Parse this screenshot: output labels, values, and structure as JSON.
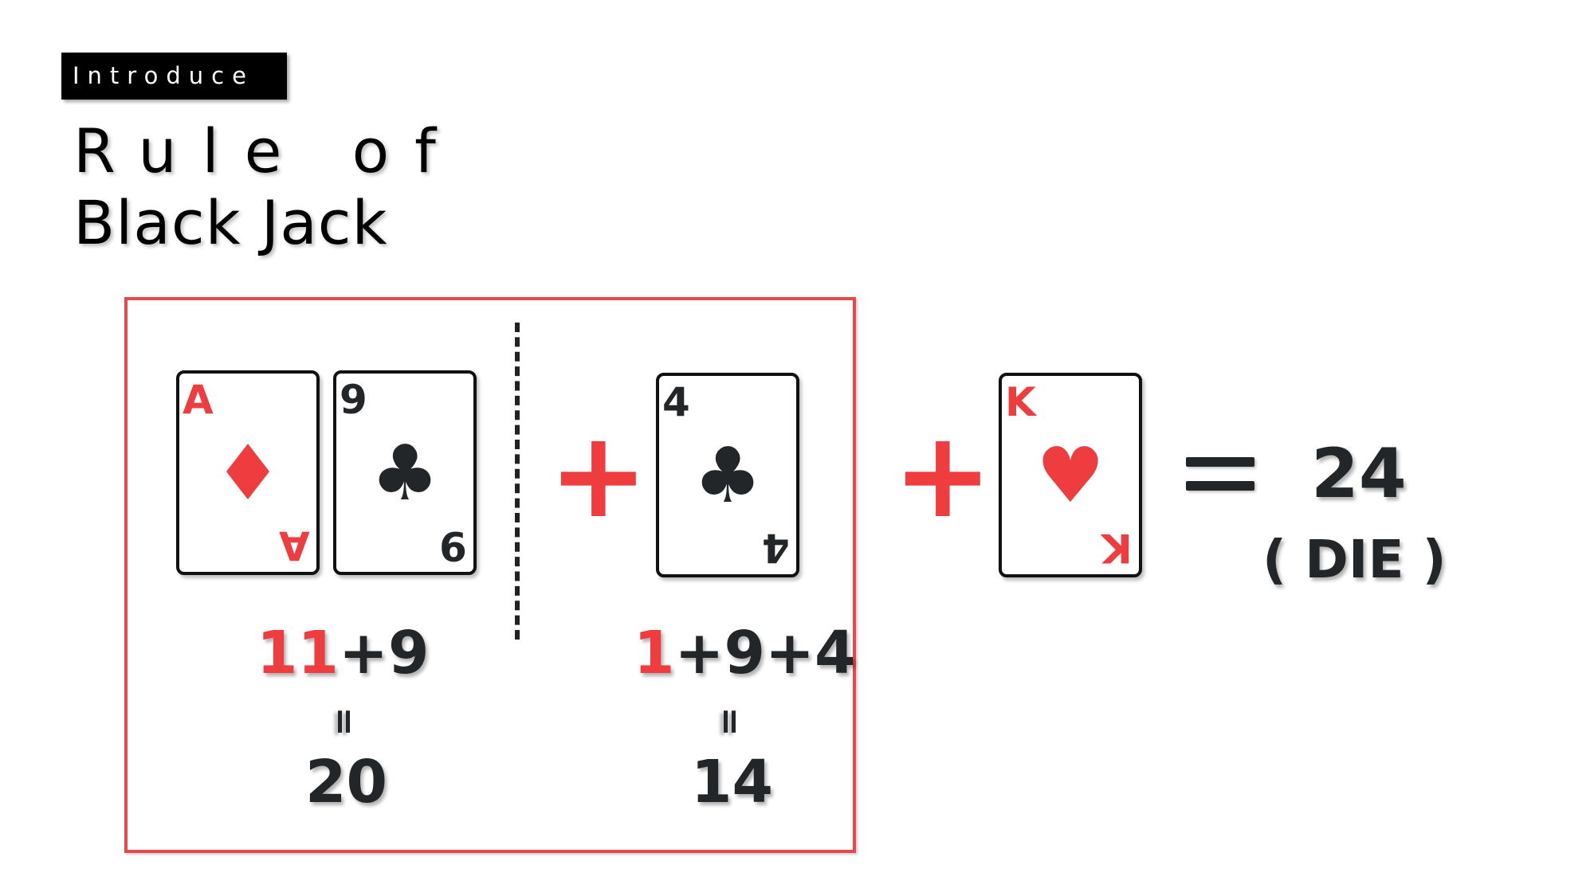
{
  "header": {
    "tag": "Introduce",
    "title_line1": "Rule of",
    "title_line2": "Black Jack"
  },
  "cards": [
    {
      "rank": "A",
      "suit": "♦",
      "suit_name": "diamond",
      "color": "#ee3c3f"
    },
    {
      "rank": "9",
      "suit": "♣",
      "suit_name": "club",
      "color": "#232629"
    },
    {
      "rank": "4",
      "suit": "♣",
      "suit_name": "club",
      "color": "#232629"
    },
    {
      "rank": "K",
      "suit": "♥",
      "suit_name": "heart",
      "color": "#ee3c3f"
    }
  ],
  "operators": {
    "plus1": "+",
    "plus2": "+"
  },
  "left_calc": {
    "red_part": "11",
    "rest": "+9",
    "equals": "=",
    "result": "20"
  },
  "right_calc": {
    "red_part": "1",
    "rest": "+9+4",
    "equals": "=",
    "result": "14"
  },
  "total": {
    "value": "24",
    "note": "( DIE )"
  },
  "colors": {
    "accent_red": "#ee3c3f",
    "frame_red": "#e8474b",
    "dark_text": "#232629"
  }
}
